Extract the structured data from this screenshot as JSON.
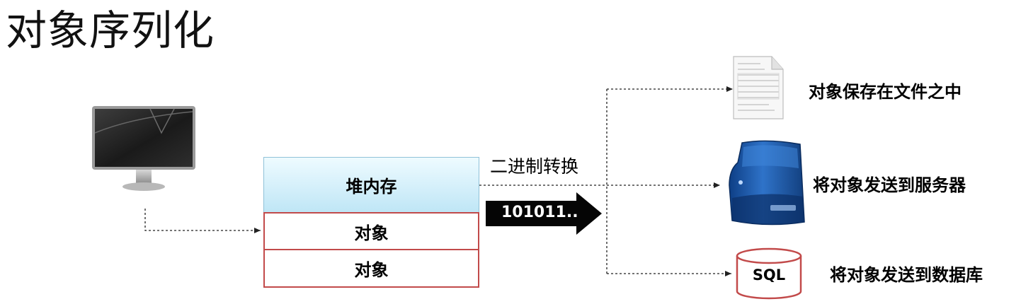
{
  "title": "对象序列化",
  "memory": {
    "heap_label": "堆内存",
    "objects": [
      "对象",
      "对象"
    ]
  },
  "conversion": {
    "label": "二进制转换",
    "binary": "101011.."
  },
  "destinations": {
    "file": "对象保存在文件之中",
    "server": "将对象发送到服务器",
    "database": "将对象发送到数据库"
  },
  "db_label": "SQL",
  "icons": [
    "monitor-icon",
    "document-icon",
    "server-icon",
    "database-icon",
    "arrow-right-icon"
  ],
  "colors": {
    "heap_fill_top": "#eefbff",
    "heap_fill_bottom": "#bfe6f6",
    "object_border": "#c24a4a",
    "server_blue": "#1f5aa8"
  }
}
